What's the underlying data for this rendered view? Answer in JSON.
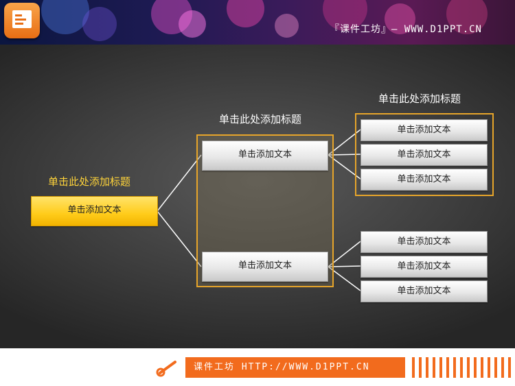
{
  "header": {
    "site_text": "『课件工坊』— WWW.D1PPT.CN"
  },
  "diagram": {
    "left_title": "单击此处添加标题",
    "middle_title": "单击此处添加标题",
    "right_title": "单击此处添加标题",
    "root_node": "单击添加文本",
    "middle_nodes": [
      "单击添加文本",
      "单击添加文本"
    ],
    "right_nodes_top": [
      "单击添加文本",
      "单击添加文本",
      "单击添加文本"
    ],
    "right_nodes_bottom": [
      "单击添加文本",
      "单击添加文本",
      "单击添加文本"
    ]
  },
  "footer": {
    "text": "课件工坊 HTTP://WWW.D1PPT.CN"
  },
  "colors": {
    "accent_orange": "#f26b1d",
    "frame_orange": "#e7a52a",
    "root_yellow": "#ffcc1a"
  }
}
